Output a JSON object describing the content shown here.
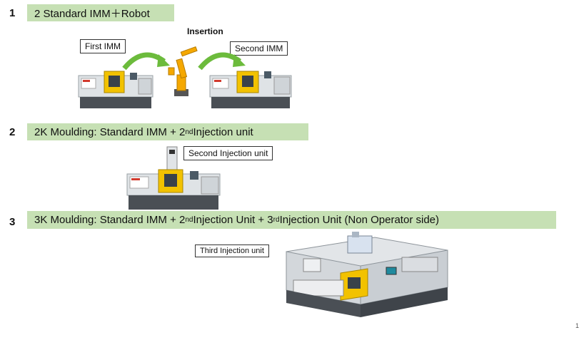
{
  "sections": [
    {
      "number": "1",
      "title": "2 Standard IMM＋Robot"
    },
    {
      "number": "2",
      "title_main": "2K Moulding: Standard IMM + 2",
      "title_sup": "nd",
      "title_end": " Injection unit"
    },
    {
      "number": "3",
      "t1": "3K Moulding: Standard IMM + 2",
      "s1": "nd",
      "t2": " Injection Unit + 3",
      "s2": "rd",
      "t3": " Injection Unit (Non Operator side)"
    }
  ],
  "labels": {
    "insertion": "Insertion",
    "first_imm": "First IMM",
    "second_imm": "Second IMM",
    "second_injection_unit": "Second Injection unit",
    "third_injection_unit": "Third Injection unit"
  },
  "page_number": "1",
  "colors": {
    "band": "#c6e0b4",
    "machine_yellow": "#f2c200",
    "arrow_green": "#6cbb3c",
    "robot_orange": "#f5a800"
  }
}
